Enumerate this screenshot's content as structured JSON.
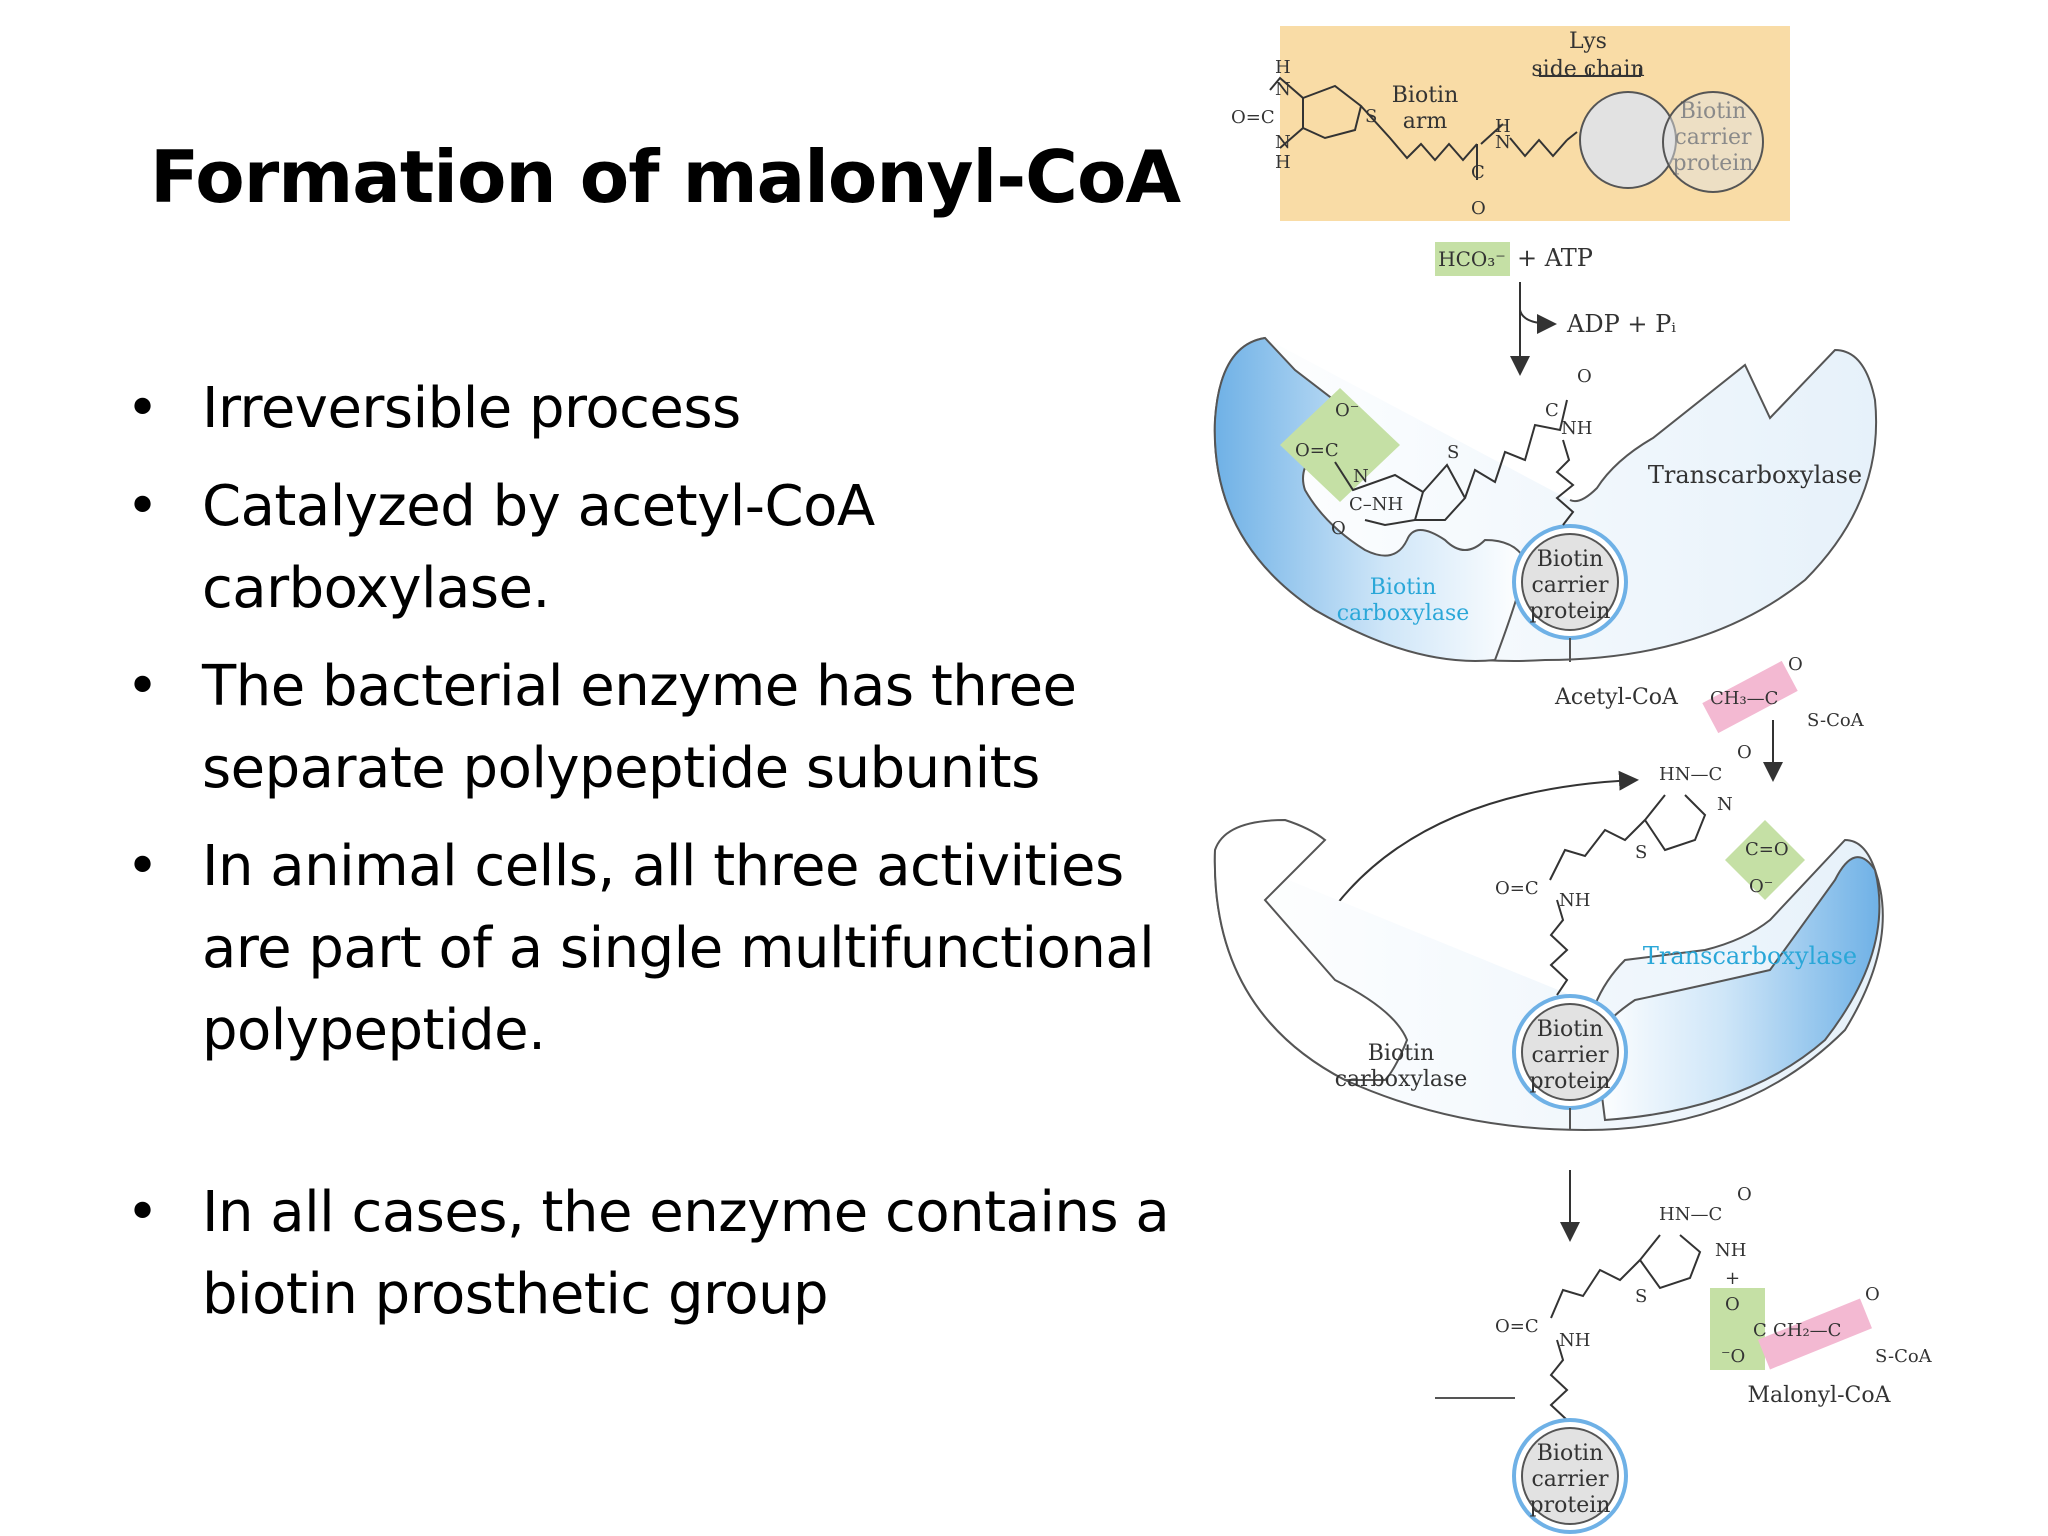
{
  "title": "Formation of malonyl-CoA",
  "bullets": [
    {
      "bullet": "•",
      "text": "Irreversible process"
    },
    {
      "bullet": "•",
      "text": "Catalyzed by acetyl-CoA carboxylase."
    },
    {
      "bullet": "•",
      "text": "The bacterial enzyme has three separate polypeptide subunits"
    },
    {
      "bullet": "•",
      "text": "In animal cells, all three activities are part of a single multifunctional polypeptide."
    },
    {
      "bullet": "•",
      "text": " In all cases, the enzyme contains a biotin prosthetic group"
    }
  ],
  "diagram": {
    "top_panel": {
      "lys_line1": "Lys",
      "lys_line2": "side chain",
      "biotin_arm_line1": "Biotin",
      "biotin_arm_line2": "arm",
      "bcp_line1": "Biotin",
      "bcp_line2": "carrier",
      "bcp_line3": "protein",
      "atom_h_top": "H",
      "atom_n_top": "N",
      "atom_oc": "O=C",
      "atom_n_bot": "N",
      "atom_h_bot": "H",
      "atom_s": "S",
      "atom_h_amide": "H",
      "atom_n_amide": "N",
      "atom_c_carbonyl": "C",
      "atom_o_carbonyl": "O"
    },
    "step1": {
      "hco3": "HCO₃⁻",
      "plus_atp": "+ ATP",
      "adp_pi": "ADP + Pᵢ",
      "transcarboxylase": "Transcarboxylase",
      "biotin_carboxylase_line1": "Biotin",
      "biotin_carboxylase_line2": "carboxylase",
      "bcp_line1": "Biotin",
      "bcp_line2": "carrier",
      "bcp_line3": "protein",
      "atom_o_minus": "O⁻",
      "atom_oc": "O=C",
      "atom_n": "N",
      "atom_cnh": "C–NH",
      "atom_o": "O",
      "atom_s": "S",
      "atom_c": "C",
      "atom_o_top": "O",
      "atom_nh": "NH"
    },
    "step2": {
      "acetyl_coa": "Acetyl-CoA",
      "ch3c": "CH₃—C",
      "acetyl_o": "O",
      "s_coa": "S-CoA",
      "transcarboxylase": "Transcarboxylase",
      "biotin_carboxylase_line1": "Biotin",
      "biotin_carboxylase_line2": "carboxylase",
      "bcp_line1": "Biotin",
      "bcp_line2": "carrier",
      "bcp_line3": "protein",
      "atom_hnc": "HN—C",
      "atom_o_top": "O",
      "atom_n": "N",
      "atom_c_o": "C=O",
      "atom_o_minus": "O⁻",
      "atom_s": "S",
      "atom_oc": "O=C",
      "atom_nh": "NH"
    },
    "step3": {
      "atom_hnc": "HN—C",
      "atom_o_top": "O",
      "atom_nh_ring": "NH",
      "plus": "+",
      "atom_s": "S",
      "atom_oc": "O=C",
      "atom_nh": "NH",
      "mal_o_top": "O",
      "mal_c": "C",
      "mal_o_minus": "⁻O",
      "mal_ch2c": "CH₂—C",
      "mal_o_right": "O",
      "s_coa": "S-CoA",
      "malonyl_coa": "Malonyl-CoA",
      "bcp_line1": "Biotin",
      "bcp_line2": "carrier",
      "bcp_line3": "protein"
    },
    "colors": {
      "top_panel_bg": "#f9dca6",
      "enzyme_blue": "#6fb1e6",
      "green_box": "#c5e0a5",
      "pink_box": "#f3b9d2",
      "cyan_label": "#2aa7d8",
      "bcp_gray": "#e2e2e2"
    }
  }
}
